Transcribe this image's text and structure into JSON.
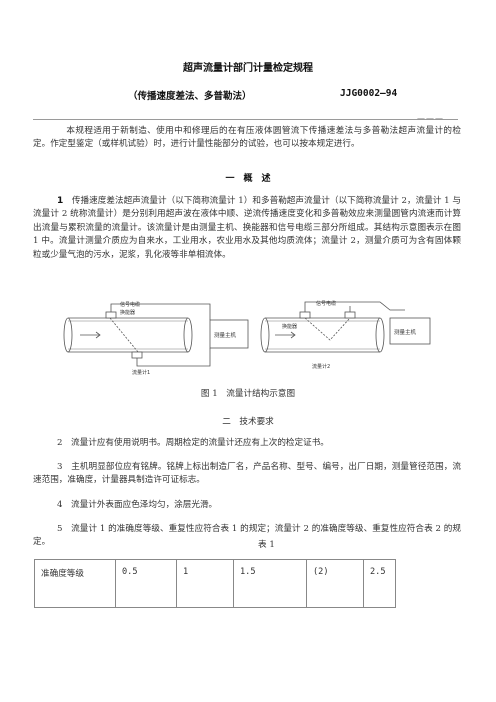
{
  "doc": {
    "title": "超声流量计部门计量检定规程",
    "subtitle": "（传播速度差法、多普勒法）",
    "code": "JJG0002—94",
    "rule_tail": "———",
    "intro": "本规程适用于新制造、使用中和修理后的在有压液体圆管流下传播速差法与多普勒法超声流量计的检定。作定型鉴定（或样机试验）时，进行计量性能部分的试验，也可以按本规定进行。",
    "section1_title": "一　概　述",
    "p1_num": "1",
    "p1_text": "传播速度差法超声流量计（以下简称流量计 1）和多普勒超声流量计（以下简称流量计 2，流量计 1 与流量计 2 统称流量计）是分别利用超声波在液体中顺、逆流传播速度变化和多普勒效应来测量圆管内流速而计算出流量与累积流量的流量计。该流量计是由测量主机、换能器和信号电缆三部分所组成。其结构示意图表示在图 1 中。流量计测量介质应为自来水，工业用水，农业用水及其他均质流体；流量计 2，测量介质可为含有固体颗粒或少量气泡的污水，泥浆，乳化液等非单相流体。",
    "figure_caption": "图 1　流量计结构示意图",
    "section2_title": "二　技术要求",
    "p2": "2　流量计应有使用说明书。周期检定的流量计还应有上次的检定证书。",
    "p3": "3　主机明显部位应有铭牌。铭牌上标出制造厂名，产品名称、型号、编号，出厂日期，测量管径范围，流速范围，准确度，计量器具制造许可证标志。",
    "p4": "4　流量计外表面应色泽均匀，涂层光滑。",
    "p5": "5　流量计 1 的准确度等级、重复性应符合表 1 的规定；流量计 2 的准确度等级、重复性应符合表 2 的规定。",
    "table_caption": "表 1",
    "table_header": "准确度等级",
    "table_values": [
      "0.5",
      "1",
      "1.5",
      "(2)",
      "2.5"
    ]
  },
  "figure": {
    "left_cable_label": "信号电缆",
    "left_transducer_label": "换能器",
    "left_box_label": "测量主机",
    "left_caption": "流量计1",
    "right_cable_label": "信号电缆",
    "right_transducer_label": "换能器",
    "right_box_label": "测量主机",
    "right_caption": "流量计2"
  }
}
